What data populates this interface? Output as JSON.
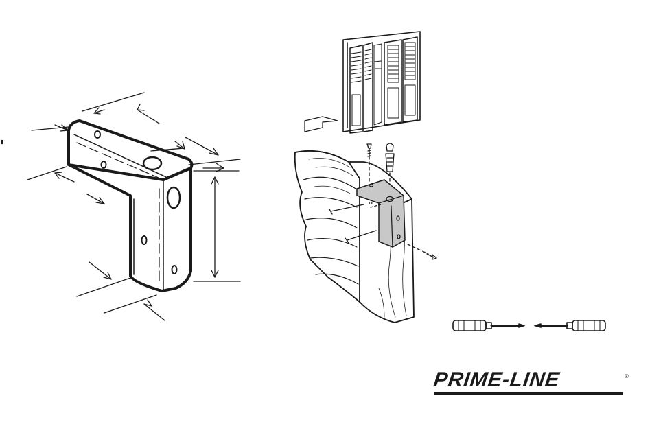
{
  "brand": {
    "name": "PRIME-LINE",
    "registered_mark": "®"
  },
  "colors": {
    "ink": "#1a1a1a",
    "paper": "#ffffff",
    "bracket_shade": "#c8c8c8"
  },
  "figures": [
    "bracket-dimension-diagram",
    "bifold-door-icon",
    "wall-installation-diagram",
    "screwdriver-icon"
  ]
}
